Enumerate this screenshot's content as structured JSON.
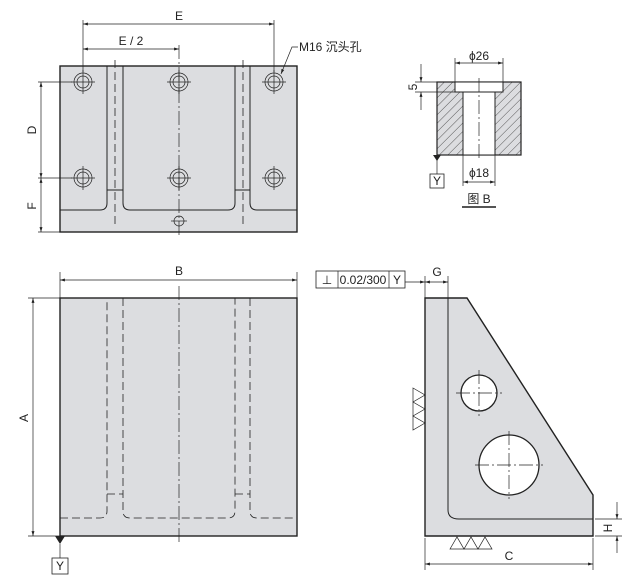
{
  "top_view": {
    "dim_e": "E",
    "dim_e_half": "E / 2",
    "hole_note": "M16 沉头孔",
    "dim_d": "D",
    "dim_f": "F"
  },
  "section_b": {
    "dia_top": "ϕ26",
    "depth": "5",
    "dia_bottom": "ϕ18",
    "datum": "Y",
    "title": "图 B"
  },
  "front_view": {
    "dim_b": "B",
    "dim_a": "A",
    "datum": "Y"
  },
  "side_view": {
    "tol_symbol": "⊥",
    "tol_value": "0.02/300",
    "tol_datum": "Y",
    "dim_g": "G",
    "dim_c": "C",
    "dim_h": "H"
  }
}
